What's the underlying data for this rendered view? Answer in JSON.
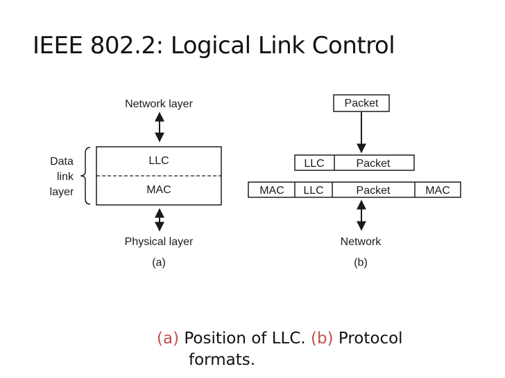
{
  "title": "IEEE 802.2: Logical Link Control",
  "diagram_a": {
    "network_layer": "Network layer",
    "data_link_label": [
      "Data",
      "link",
      "layer"
    ],
    "llc": "LLC",
    "mac": "MAC",
    "physical_layer": "Physical layer",
    "sub_label": "(a)"
  },
  "diagram_b": {
    "packet_top": "Packet",
    "row2": [
      "LLC",
      "Packet"
    ],
    "row3": [
      "MAC",
      "LLC",
      "Packet",
      "MAC"
    ],
    "network": "Network",
    "sub_label": "(b)"
  },
  "caption": {
    "tag_a": "(a)",
    "text_a": " Position of LLC. ",
    "tag_b": "(b)",
    "text_b": " Protocol",
    "text_b2": "formats."
  },
  "colors": {
    "caption_tag": "#c0504d",
    "line": "#1a1a1a"
  }
}
